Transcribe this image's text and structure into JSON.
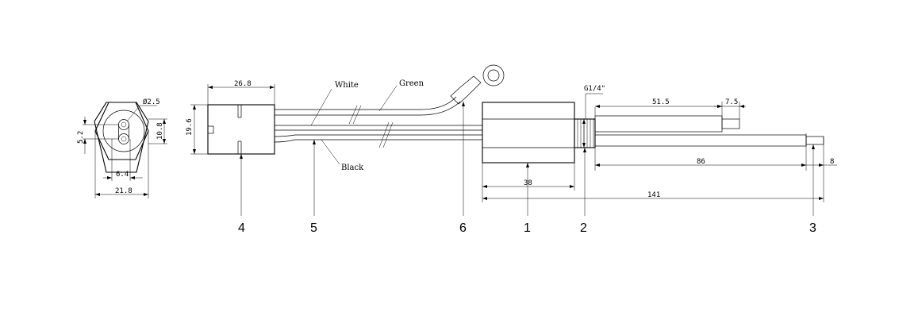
{
  "dimensions": {
    "hole_diameter": "Ø2.5",
    "pin_spacing": "5.2",
    "hex_height": "10.8",
    "pin_offset": "6.4",
    "hex_width": "21.8",
    "connector_length": "26.8",
    "connector_height": "19.6",
    "thread": "G1/4\"",
    "probe_section": "51.5",
    "probe_tip": "7.5",
    "body_length": "38",
    "probe_length": "86",
    "end_length": "8",
    "total_length": "141"
  },
  "wires": {
    "white": "White",
    "green": "Green",
    "black": "Black"
  },
  "callouts": [
    "1",
    "2",
    "3",
    "4",
    "5",
    "6"
  ]
}
